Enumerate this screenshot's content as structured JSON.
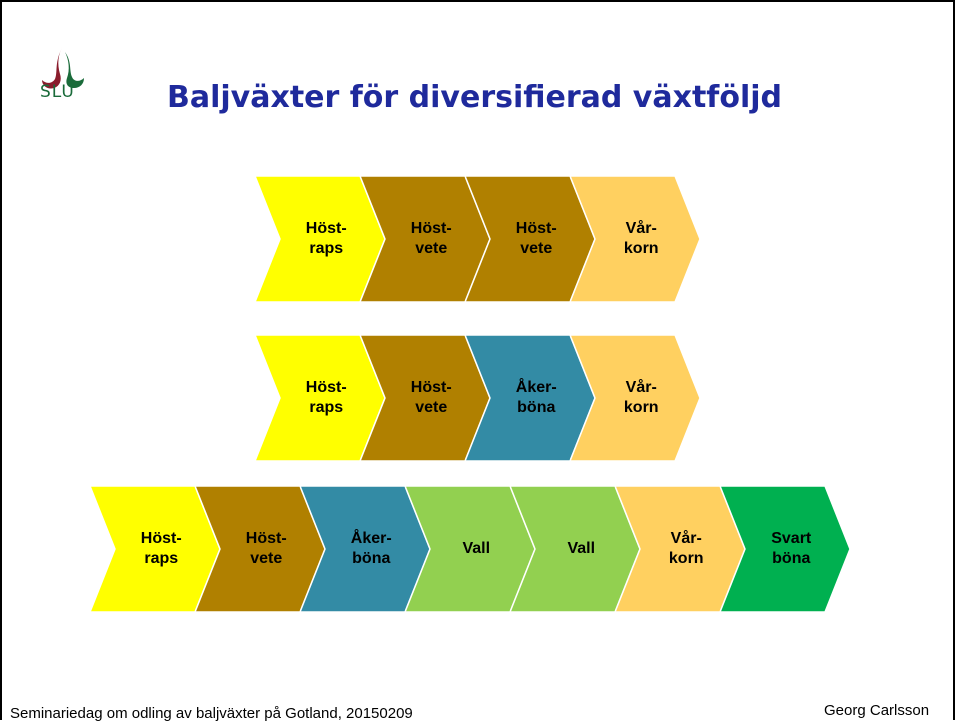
{
  "slide": {
    "logo_text": "SLU",
    "title": "Baljväxter för diversifierad växtföljd",
    "footer_left": "Seminariedag om odling av baljväxter på Gotland, 20150209",
    "footer_right": "Georg Carlsson"
  },
  "colors": {
    "yellow": "#ffff00",
    "brown": "#b08000",
    "teal": "#338ba5",
    "lightorange": "#ffd060",
    "lightgreen": "#92d050",
    "green": "#00b050",
    "title": "#1f2a9c"
  },
  "rotations": [
    {
      "steps": [
        {
          "label": "Höst-\nraps",
          "color": "yellow"
        },
        {
          "label": "Höst-\nvete",
          "color": "brown"
        },
        {
          "label": "Höst-\nvete",
          "color": "brown"
        },
        {
          "label": "Vår-\nkorn",
          "color": "lightorange"
        }
      ]
    },
    {
      "steps": [
        {
          "label": "Höst-\nraps",
          "color": "yellow"
        },
        {
          "label": "Höst-\nvete",
          "color": "brown"
        },
        {
          "label": "Åker-\nböna",
          "color": "teal"
        },
        {
          "label": "Vår-\nkorn",
          "color": "lightorange"
        }
      ]
    },
    {
      "steps": [
        {
          "label": "Höst-\nraps",
          "color": "yellow"
        },
        {
          "label": "Höst-\nvete",
          "color": "brown"
        },
        {
          "label": "Åker-\nböna",
          "color": "teal"
        },
        {
          "label": "Vall",
          "color": "lightgreen"
        },
        {
          "label": "Vall",
          "color": "lightgreen"
        },
        {
          "label": "Vår-\nkorn",
          "color": "lightorange"
        },
        {
          "label": "Svart\nböna",
          "color": "green"
        }
      ]
    }
  ]
}
